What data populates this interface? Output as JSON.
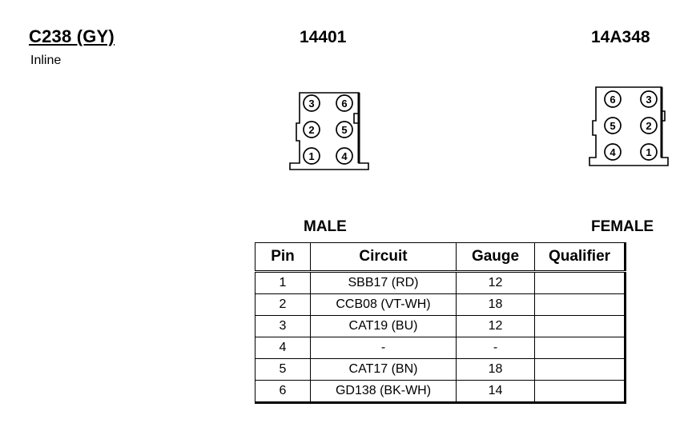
{
  "connector": {
    "title": "C238 (GY)",
    "location": "Inline",
    "part_left": "14401",
    "part_right": "14A348",
    "gender_left": "MALE",
    "gender_right": "FEMALE"
  },
  "male_pins": [
    "3",
    "6",
    "2",
    "5",
    "1",
    "4"
  ],
  "female_pins": [
    "6",
    "3",
    "5",
    "2",
    "4",
    "1"
  ],
  "table": {
    "headers": {
      "pin": "Pin",
      "circuit": "Circuit",
      "gauge": "Gauge",
      "qualifier": "Qualifier"
    },
    "rows": [
      {
        "pin": "1",
        "circuit": "SBB17 (RD)",
        "gauge": "12",
        "qualifier": ""
      },
      {
        "pin": "2",
        "circuit": "CCB08 (VT-WH)",
        "gauge": "18",
        "qualifier": ""
      },
      {
        "pin": "3",
        "circuit": "CAT19 (BU)",
        "gauge": "12",
        "qualifier": ""
      },
      {
        "pin": "4",
        "circuit": "-",
        "gauge": "-",
        "qualifier": ""
      },
      {
        "pin": "5",
        "circuit": "CAT17 (BN)",
        "gauge": "18",
        "qualifier": ""
      },
      {
        "pin": "6",
        "circuit": "GD138 (BK-WH)",
        "gauge": "14",
        "qualifier": ""
      }
    ]
  }
}
